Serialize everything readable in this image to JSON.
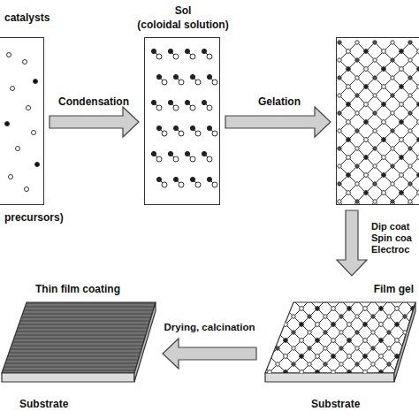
{
  "diagram": {
    "nodes": [
      {
        "text": [
          "catalysts",
          "precursors)"
        ]
      },
      {
        "text": [
          "Sol",
          "(coloidal solution)"
        ]
      },
      {
        "text": []
      },
      {
        "text": [
          "Film gel",
          "Substrate"
        ]
      },
      {
        "text": [
          "Thin film coating",
          "Substrate"
        ]
      }
    ],
    "edges": [
      {
        "from": 0,
        "to": 1,
        "arrow": "to",
        "label": "Condensation"
      },
      {
        "from": 1,
        "to": 2,
        "arrow": "to",
        "label": "Gelation"
      },
      {
        "from": 2,
        "to": 3,
        "arrow": "to",
        "label": "Dip coat Spin coa Electroc"
      },
      {
        "from": 3,
        "to": 4,
        "arrow": "to",
        "label": "Drying, calcination"
      }
    ]
  }
}
